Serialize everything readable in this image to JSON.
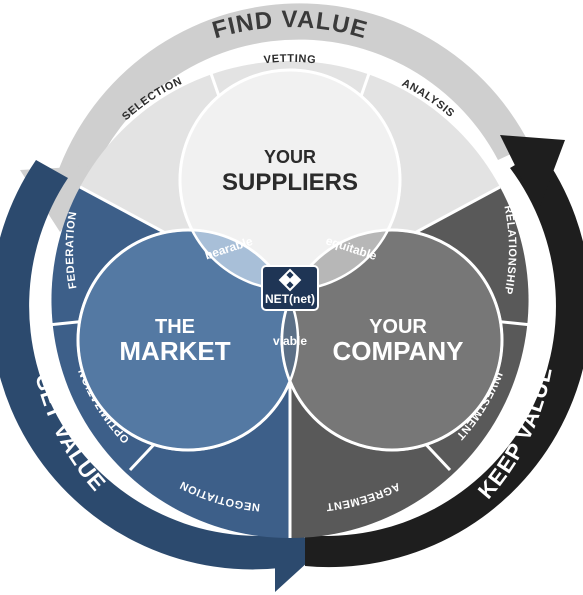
{
  "outer_arcs": {
    "find": "FIND VALUE",
    "get": "GET VALUE",
    "keep": "KEEP VALUE"
  },
  "segments": {
    "top": [
      "SELECTION",
      "VETTING",
      "ANALYSIS"
    ],
    "left": [
      "FEDERATION",
      "OPTIMIZATION",
      "NEGOTIATION"
    ],
    "right": [
      "RELATIONSHIP",
      "INVESTMENT",
      "AGREEMENT"
    ]
  },
  "circles": {
    "suppliers_line1": "YOUR",
    "suppliers_line2": "SUPPLIERS",
    "market_line1": "THE",
    "market_line2": "MARKET",
    "company_line1": "YOUR",
    "company_line2": "COMPANY"
  },
  "overlaps": {
    "left": "bearable",
    "right": "equitable",
    "bottom": "viable"
  },
  "logo": {
    "text": "NET(net)"
  },
  "colors": {
    "top_segment": "#e3e3e3",
    "left_segment": "#3d5f89",
    "right_segment": "#595959",
    "arc_find": "#cfcfcf",
    "arc_get": "#2c4a6e",
    "arc_keep": "#1e1e1e",
    "circle_suppliers": "#f1f1f1",
    "circle_market": "#5479a3",
    "circle_company": "#777777"
  }
}
